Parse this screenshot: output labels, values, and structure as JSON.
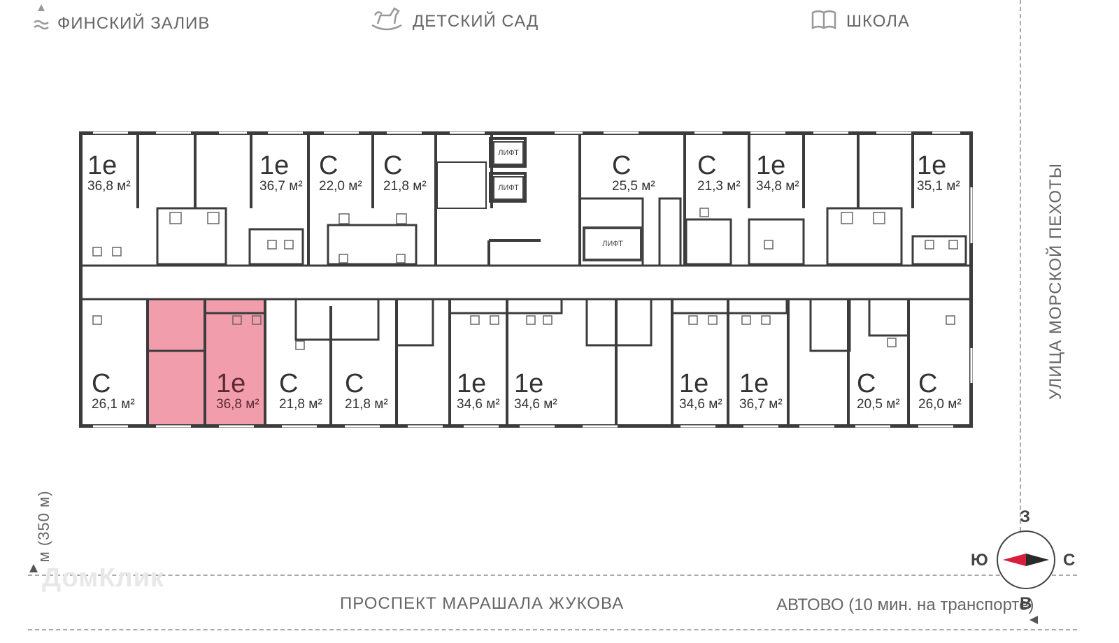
{
  "top_labels": {
    "gulf": "ФИНСКИЙ ЗАЛИВ",
    "kindergarten": "ДЕТСКИЙ САД",
    "school": "ШКОЛА"
  },
  "side_label": "УЛИЦА МОРСКОЙ ПЕХОТЫ",
  "left_distance": "м (350 м)",
  "bottom_labels": {
    "prospect": "ПРОСПЕКТ МАРАШАЛА ЖУКОВА",
    "metro": "АВТОВО (10 мин. на транспорте)"
  },
  "compass": {
    "north": "З",
    "south": "В",
    "west": "Ю",
    "east": "С"
  },
  "watermark": "ДомКлик",
  "lift_label": "ЛИФТ",
  "highlight_color": "#f08c9c",
  "apartments_top": [
    {
      "type": "1е",
      "area": "36,8 м²"
    },
    {
      "type": "1е",
      "area": "36,7 м²"
    },
    {
      "type": "С",
      "area": "22,0 м²"
    },
    {
      "type": "С",
      "area": "21,8 м²"
    },
    {
      "type": "С",
      "area": "25,5 м²"
    },
    {
      "type": "С",
      "area": "21,3 м²"
    },
    {
      "type": "1е",
      "area": "34,8 м²"
    },
    {
      "type": "1е",
      "area": "35,1 м²"
    }
  ],
  "apartments_bottom": [
    {
      "type": "С",
      "area": "26,1 м²"
    },
    {
      "type": "1е",
      "area": "36,8 м²",
      "selected": true
    },
    {
      "type": "С",
      "area": "21,8 м²"
    },
    {
      "type": "С",
      "area": "21,8 м²"
    },
    {
      "type": "1е",
      "area": "34,6 м²"
    },
    {
      "type": "1е",
      "area": "34,6 м²"
    },
    {
      "type": "1е",
      "area": "34,6 м²"
    },
    {
      "type": "1е",
      "area": "36,7 м²"
    },
    {
      "type": "С",
      "area": "20,5 м²"
    },
    {
      "type": "С",
      "area": "26,0 м²"
    }
  ]
}
